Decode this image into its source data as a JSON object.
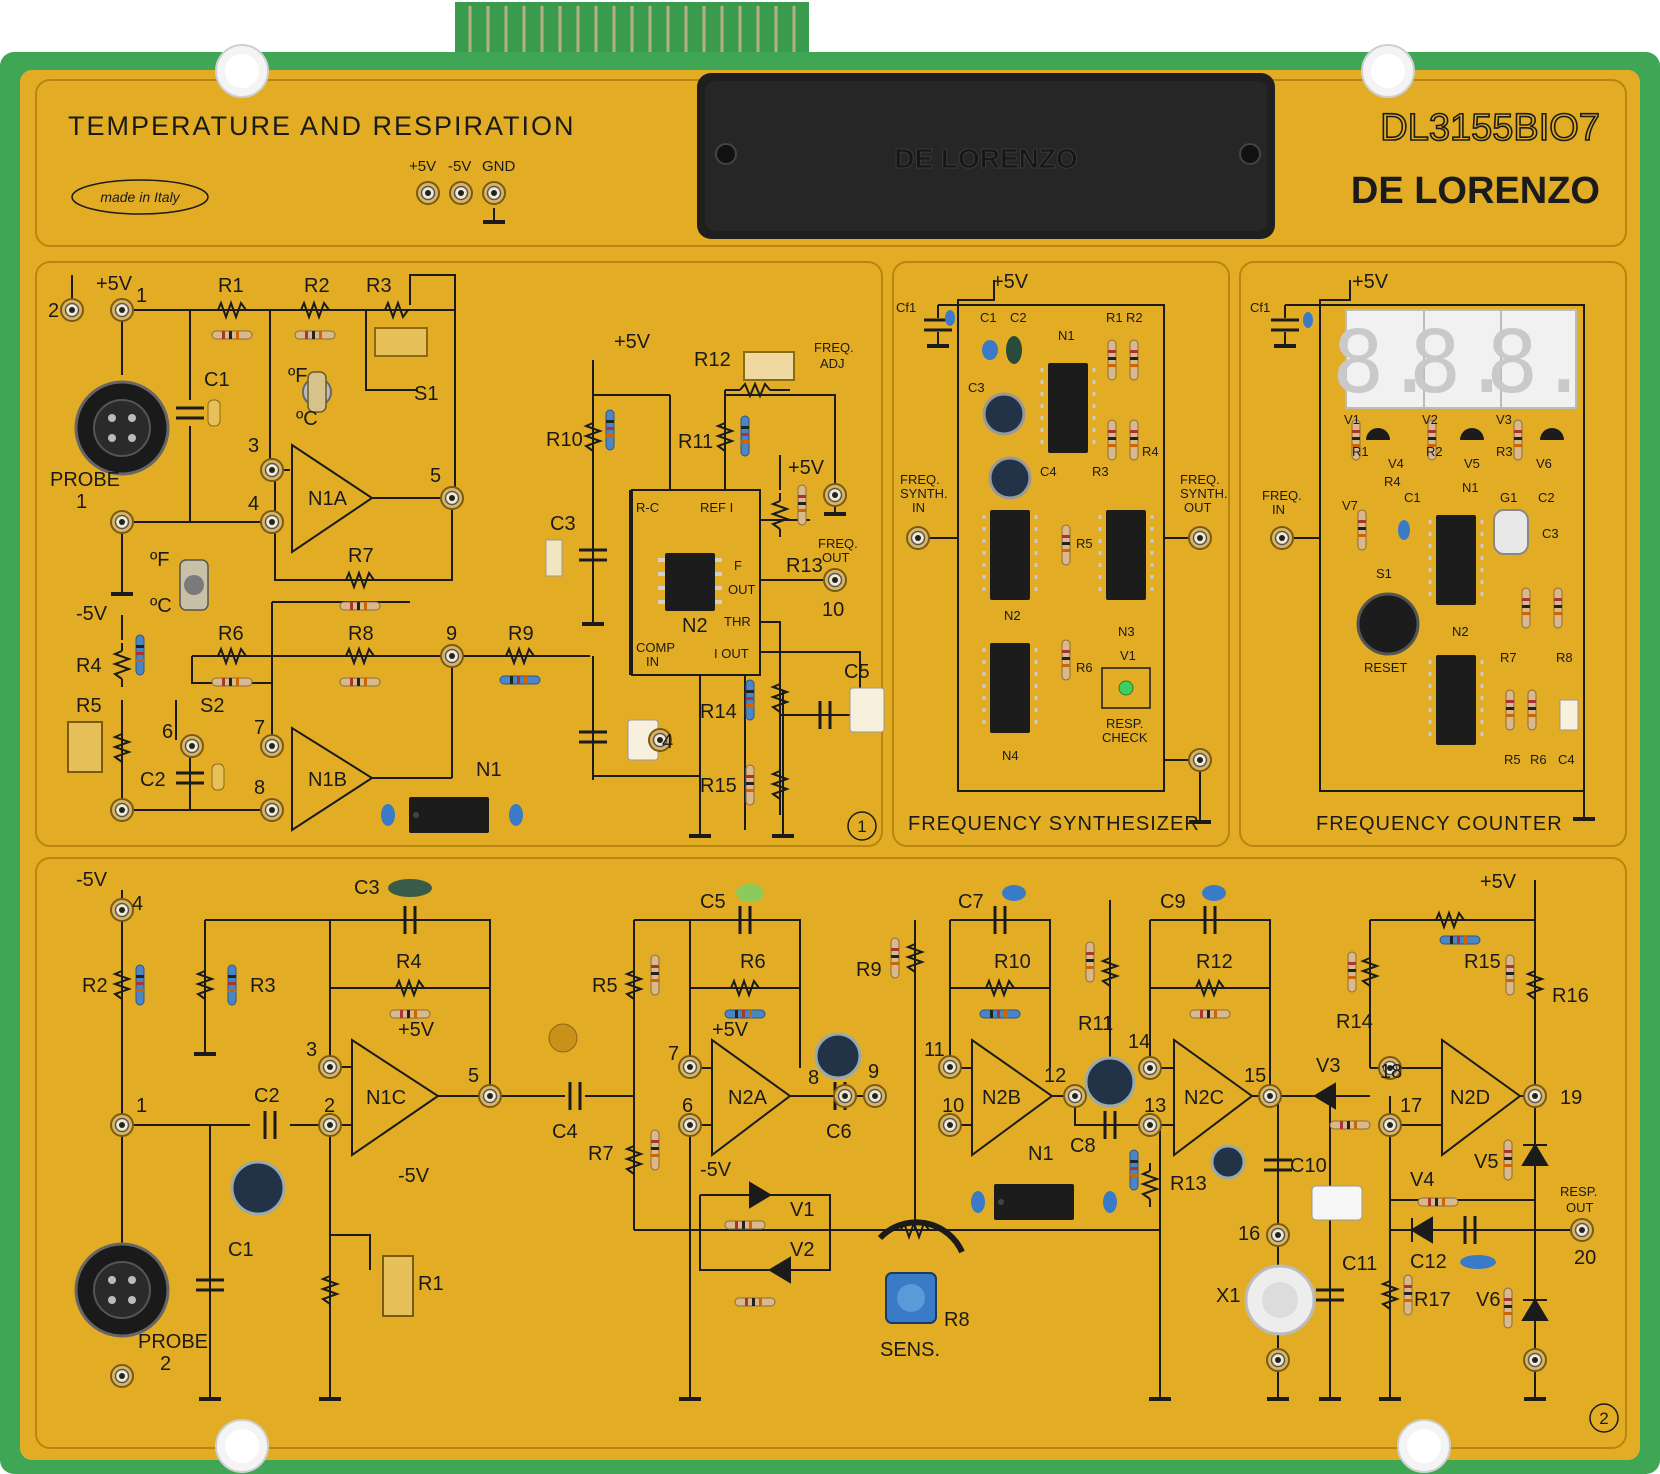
{
  "board": {
    "title": "TEMPERATURE AND RESPIRATION",
    "model": "DL3155BIO7",
    "brand": "DE LORENZO",
    "bezel_brand": "DE LORENZO",
    "made_in": "made in Italy",
    "power": {
      "p5": "+5V",
      "m5": "-5V",
      "gnd": "GND"
    },
    "colors": {
      "pcb": "#3fa655",
      "panel": "#e2ad25",
      "trace": "#1b1b1b",
      "bezel": "#1f1f1f",
      "led": "#ededed"
    }
  },
  "block1": {
    "id": "1",
    "labels": {
      "p5_a": "+5V",
      "t2": "2",
      "t1": "1",
      "r1": "R1",
      "r2": "R2",
      "r3": "R3",
      "c1": "C1",
      "of": "ºF",
      "oc": "ºC",
      "s1": "S1",
      "probe": "PROBE",
      "probe_n": "1",
      "t3": "3",
      "t4": "4",
      "t5": "5",
      "n1a": "N1A",
      "r7": "R7",
      "of2": "ºF",
      "oc2": "ºC",
      "m5": "-5V",
      "r4": "R4",
      "r6": "R6",
      "r8": "R8",
      "t9": "9",
      "r9": "R9",
      "r5": "R5",
      "s2": "S2",
      "t6": "6",
      "t7": "7",
      "c2": "C2",
      "t8": "8",
      "n1b": "N1B",
      "n1": "N1",
      "p5_b": "+5V",
      "r12": "R12",
      "freq": "FREQ.",
      "adj": "ADJ",
      "r10": "R10",
      "r11": "R11",
      "p5_c": "+5V",
      "c3": "C3",
      "rc": "R-C",
      "ref": "REF I",
      "f": "F",
      "out": "OUT",
      "r13": "R13",
      "freq2": "FREQ.",
      "out2": "OUT",
      "t10": "10",
      "n2": "N2",
      "thr": "THR",
      "comp": "COMP",
      "in": "IN",
      "iout": "I OUT",
      "c5": "C5",
      "r14": "R14",
      "c4": "4",
      "r15": "R15"
    }
  },
  "synth": {
    "title": "FREQUENCY SYNTHESIZER",
    "labels": {
      "p5": "+5V",
      "cf": "Cf1",
      "c1": "C1",
      "c2": "C2",
      "r1": "R1",
      "r2": "R2",
      "n1": "N1",
      "c3": "C3",
      "c4": "C4",
      "r3": "R3",
      "r4": "R4",
      "r5": "R5",
      "r6": "R6",
      "n2": "N2",
      "n3": "N3",
      "n4": "N4",
      "v1": "V1",
      "in1": "FREQ.",
      "in2": "SYNTH.",
      "in3": "IN",
      "out1": "FREQ.",
      "out2": "SYNTH.",
      "out3": "OUT",
      "chk1": "RESP.",
      "chk2": "CHECK"
    }
  },
  "counter": {
    "title": "FREQUENCY COUNTER",
    "digits": [
      "8.",
      "8.",
      "8."
    ],
    "labels": {
      "p5": "+5V",
      "cf": "Cf1",
      "v1": "V1",
      "v2": "V2",
      "v3": "V3",
      "v4": "V4",
      "v5": "V5",
      "v6": "V6",
      "r1": "R1",
      "r2": "R2",
      "r3": "R3",
      "r4": "R4",
      "c1": "C1",
      "n1": "N1",
      "g1": "G1",
      "c2": "C2",
      "c3": "C3",
      "v7": "V7",
      "s1": "S1",
      "reset": "RESET",
      "n2": "N2",
      "r7": "R7",
      "r8": "R8",
      "r5": "R5",
      "r6": "R6",
      "c4": "C4",
      "in1": "FREQ.",
      "in2": "IN"
    }
  },
  "block2": {
    "id": "2",
    "labels": {
      "m5": "-5V",
      "t4": "4",
      "r2": "R2",
      "r3": "R3",
      "c3": "C3",
      "r4": "R4",
      "p5a": "+5V",
      "t3": "3",
      "t2": "2",
      "n1c": "N1C",
      "t5": "5",
      "m5b": "-5V",
      "t1": "1",
      "c2": "C2",
      "c1": "C1",
      "r1": "R1",
      "probe": "PROBE",
      "probe_n": "2",
      "c4": "C4",
      "c5": "C5",
      "r5": "R5",
      "r6": "R6",
      "p5b": "+5V",
      "t7": "7",
      "t6": "6",
      "n2a": "N2A",
      "m5c": "-5V",
      "r7": "R7",
      "t8": "8",
      "t9": "9",
      "c6": "C6",
      "v1": "V1",
      "v2": "V2",
      "r8": "R8",
      "sens": "SENS.",
      "c7": "C7",
      "r9": "R9",
      "r10": "R10",
      "t11": "11",
      "t10": "10",
      "n2b": "N2B",
      "t12": "12",
      "r11": "R11",
      "c8": "C8",
      "n1": "N1",
      "r13": "R13",
      "c9": "C9",
      "r12": "R12",
      "t14": "14",
      "t13": "13",
      "n2c": "N2C",
      "t15": "15",
      "c10": "C10",
      "t16": "16",
      "x1": "X1",
      "c11": "C11",
      "v3": "V3",
      "p5c": "+5V",
      "r15": "R15",
      "r14": "R14",
      "r16": "R16",
      "t18": "18",
      "t17": "17",
      "n2d": "N2D",
      "t19": "19",
      "v5": "V5",
      "v4": "V4",
      "c12": "C12",
      "r17": "R17",
      "v6": "V6",
      "resp": "RESP.",
      "out": "OUT",
      "t20": "20"
    }
  }
}
